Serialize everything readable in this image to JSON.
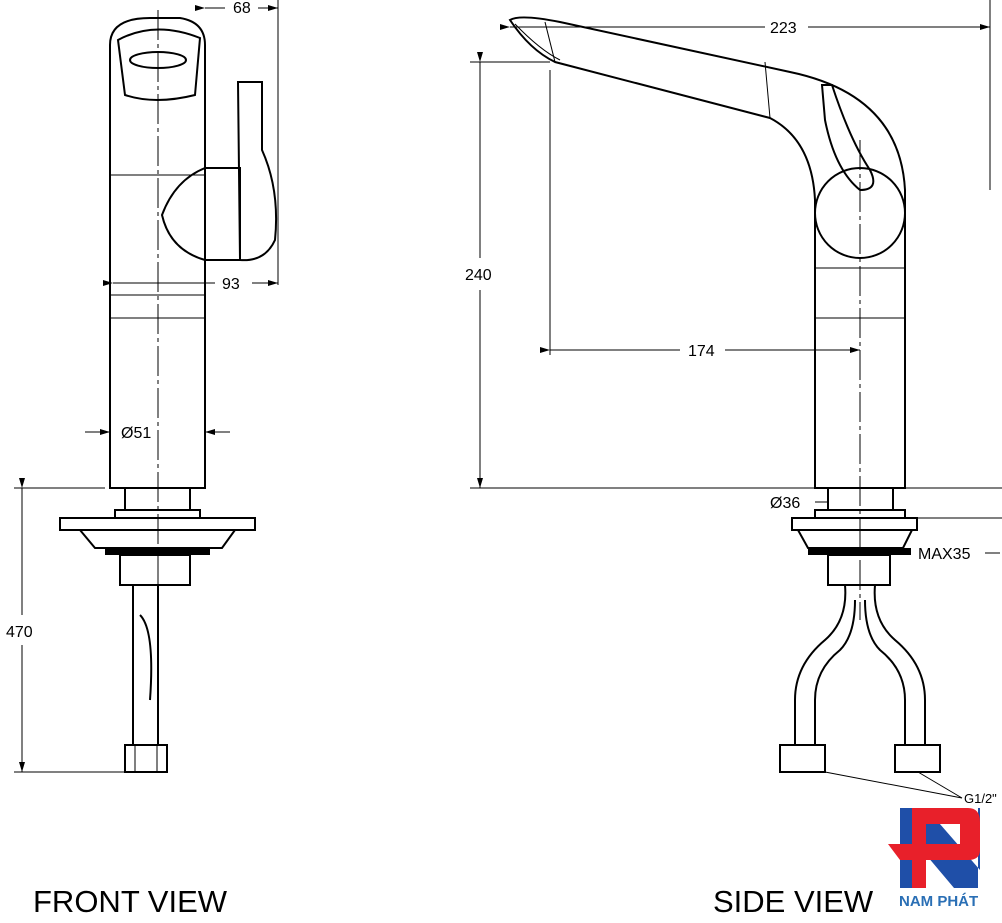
{
  "views": {
    "front": "FRONT VIEW",
    "side": "SIDE VIEW"
  },
  "dimensions": {
    "front_top_width": "68",
    "front_handle_reach": "93",
    "front_body_diameter": "Ø51",
    "front_total_height": "470",
    "side_height": "240",
    "side_spout_length": "223",
    "side_spout_reach": "174",
    "side_base_diameter": "Ø36",
    "side_max_deck": "MAX35",
    "side_thread": "G1/2\""
  },
  "logo": {
    "text": "NAM PHÁT",
    "red": "#e8202a",
    "blue": "#1f4fa8",
    "text_color": "#2a6fb5"
  }
}
